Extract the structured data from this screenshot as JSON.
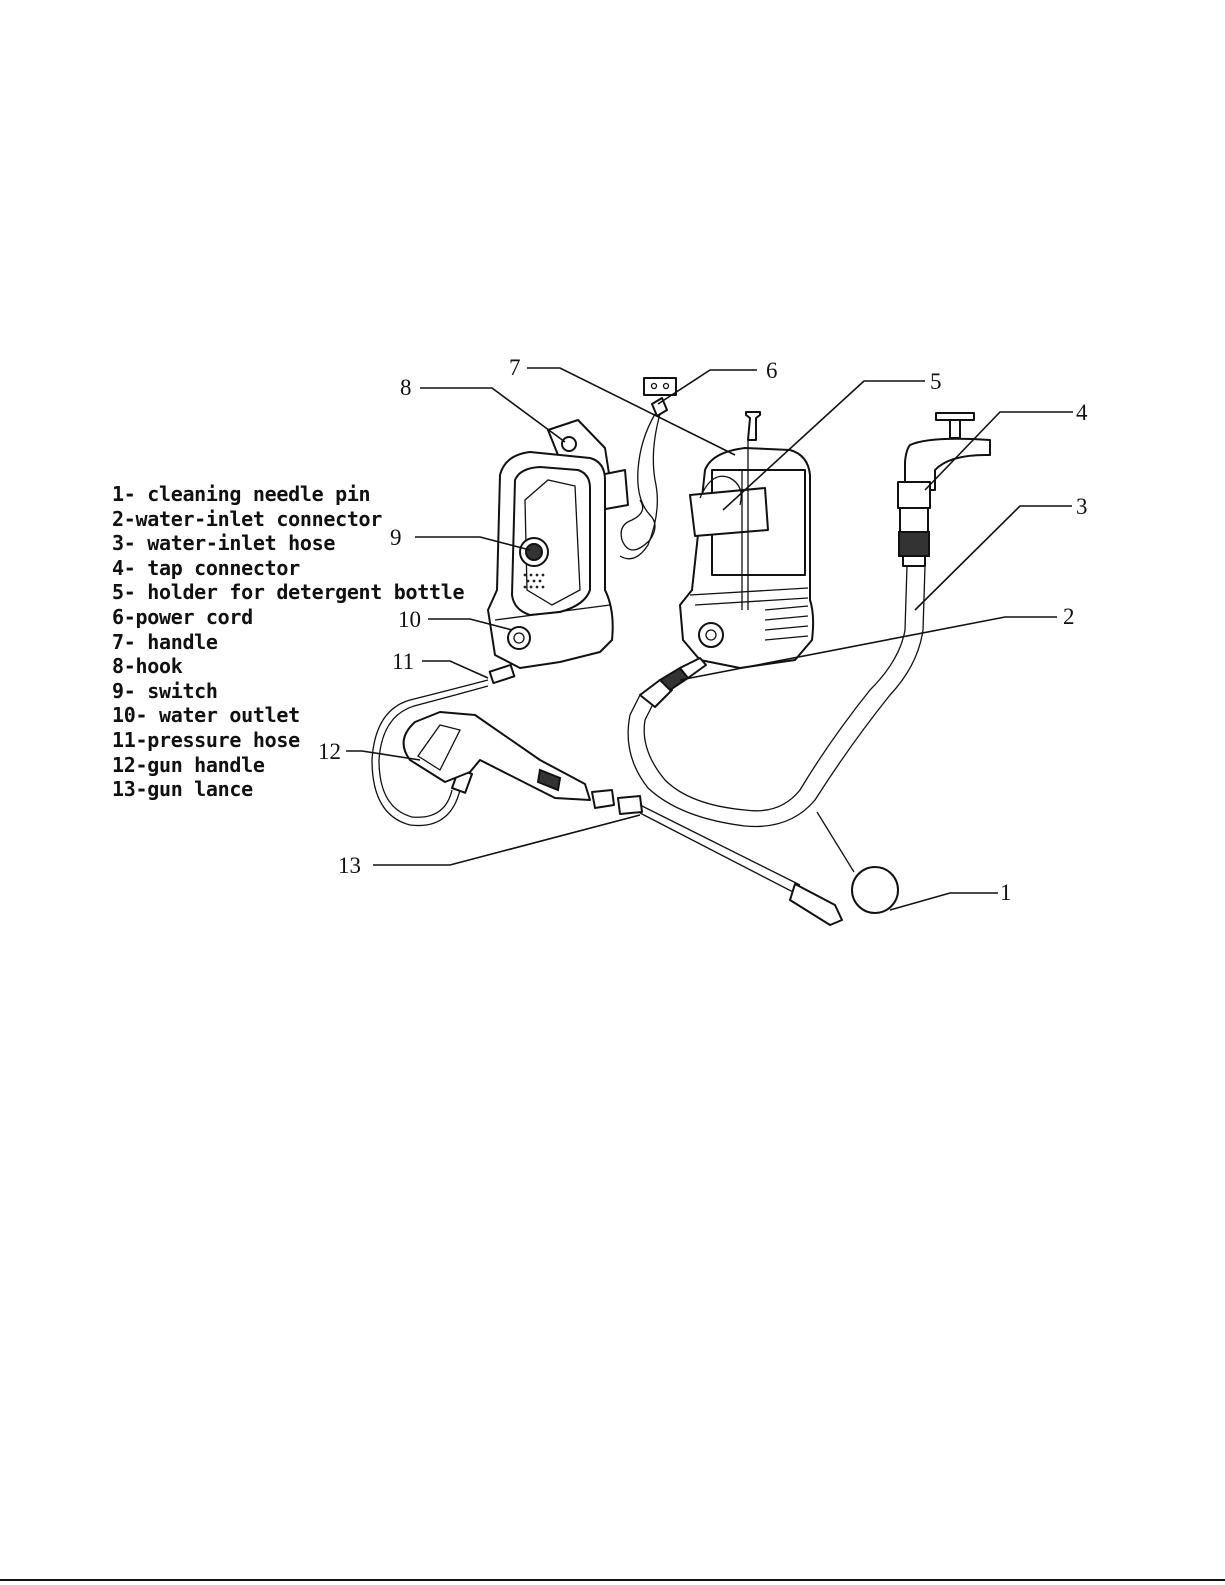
{
  "legend": [
    "1- cleaning needle pin",
    "2-water-inlet connector",
    "3- water-inlet hose",
    "4- tap connector",
    "5- holder for detergent bottle",
    "6-power cord",
    "7- handle",
    "8-hook",
    "9- switch",
    "10- water outlet",
    "11-pressure hose",
    "12-gun handle",
    "13-gun lance"
  ],
  "callouts": [
    "1",
    "2",
    "3",
    "4",
    "5",
    "6",
    "7",
    "8",
    "9",
    "10",
    "11",
    "12",
    "13"
  ]
}
